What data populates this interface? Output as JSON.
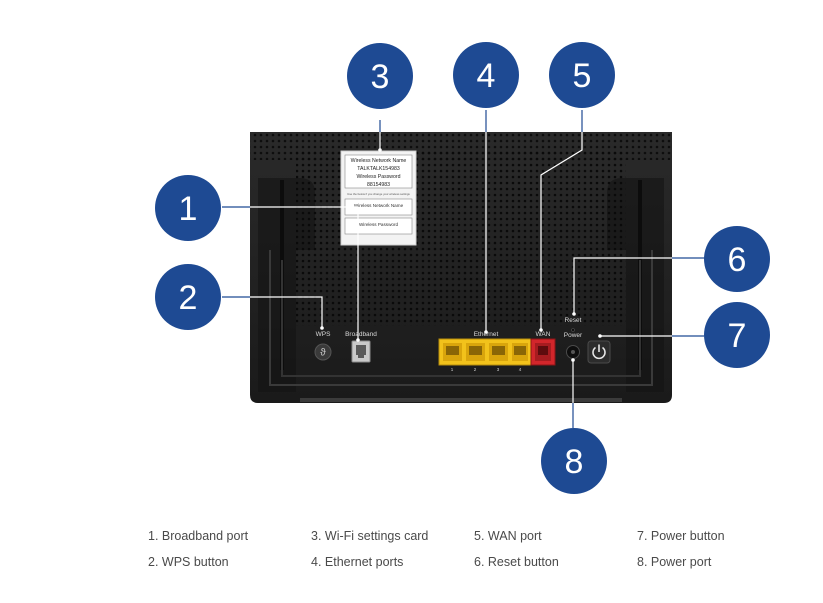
{
  "card": {
    "line1": "Wireless Network Name",
    "line2": "TALKTALK154983",
    "line3": "Wireless Password",
    "line4": "88154983",
    "small_text": "Use the below if you change your wireless settings",
    "field1": "Wireless Network Name",
    "field2": "Wireless Password"
  },
  "port_labels": {
    "wps": "WPS",
    "broadband": "Broadband",
    "ethernet": "Ethernet",
    "wan": "WAN",
    "reset": "Reset",
    "power": "Power"
  },
  "ethernet_numbers": [
    "1",
    "2",
    "3",
    "4"
  ],
  "callouts": [
    {
      "number": "1"
    },
    {
      "number": "2"
    },
    {
      "number": "3"
    },
    {
      "number": "4"
    },
    {
      "number": "5"
    },
    {
      "number": "6"
    },
    {
      "number": "7"
    },
    {
      "number": "8"
    }
  ],
  "legend": [
    "1. Broadband port",
    "3. Wi-Fi settings card",
    "5. WAN port",
    "7. Power button",
    "2. WPS button",
    "4. Ethernet ports",
    "6. Reset button",
    "8. Power port"
  ],
  "colors": {
    "callout": "#1e4a93",
    "router_body": "#1f1f1f",
    "ethernet_port": "#f2c21b",
    "wan_port": "#d2262b"
  }
}
